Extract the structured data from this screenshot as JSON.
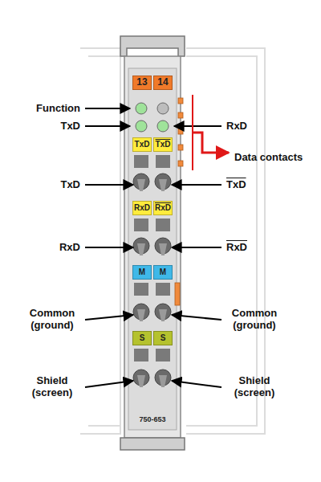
{
  "diagram": {
    "labels": [
      "13",
      "14",
      "Function",
      "TxD",
      "RxD",
      "Data contacts",
      "TxD",
      "TxD",
      "TxD",
      "TxD",
      "RxD",
      "RxD",
      "RxD",
      "RxD",
      "M",
      "M",
      "Common (ground)",
      "Common (ground)",
      "S",
      "S",
      "Shield (screen)",
      "Shield (screen)",
      "750-653"
    ]
  }
}
